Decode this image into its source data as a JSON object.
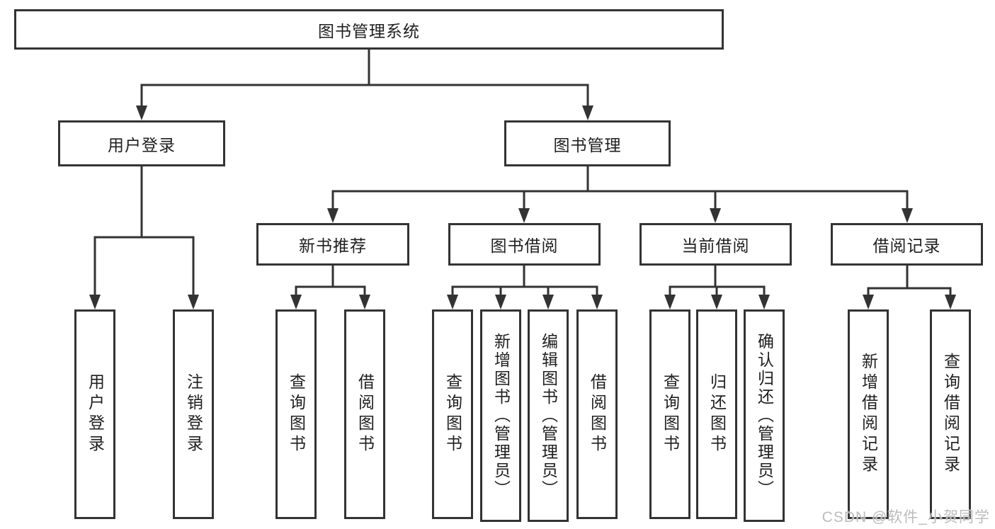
{
  "diagram": {
    "title": "图书管理系统",
    "line_color": "#333333",
    "root": {
      "label": "图书管理系统"
    },
    "level2": [
      {
        "label": "用户登录"
      },
      {
        "label": "图书管理"
      }
    ],
    "level3": [
      {
        "label": "新书推荐"
      },
      {
        "label": "图书借阅"
      },
      {
        "label": "当前借阅"
      },
      {
        "label": "借阅记录"
      }
    ],
    "leaves": [
      {
        "label": "用户登录",
        "parent": "用户登录"
      },
      {
        "label": "注销登录",
        "parent": "用户登录"
      },
      {
        "label": "查询图书",
        "parent": "新书推荐"
      },
      {
        "label": "借阅图书",
        "parent": "新书推荐"
      },
      {
        "label": "查询图书",
        "parent": "图书借阅"
      },
      {
        "label": "新增图书（管理员）",
        "parent": "图书借阅"
      },
      {
        "label": "编辑图书（管理员）",
        "parent": "图书借阅"
      },
      {
        "label": "借阅图书",
        "parent": "图书借阅"
      },
      {
        "label": "查询图书",
        "parent": "当前借阅"
      },
      {
        "label": "归还图书",
        "parent": "当前借阅"
      },
      {
        "label": "确认归还（管理员）",
        "parent": "当前借阅"
      },
      {
        "label": "新增借阅记录",
        "parent": "借阅记录"
      },
      {
        "label": "查询借阅记录",
        "parent": "借阅记录"
      }
    ],
    "watermark": "CSDN @软件_小贺同学"
  }
}
